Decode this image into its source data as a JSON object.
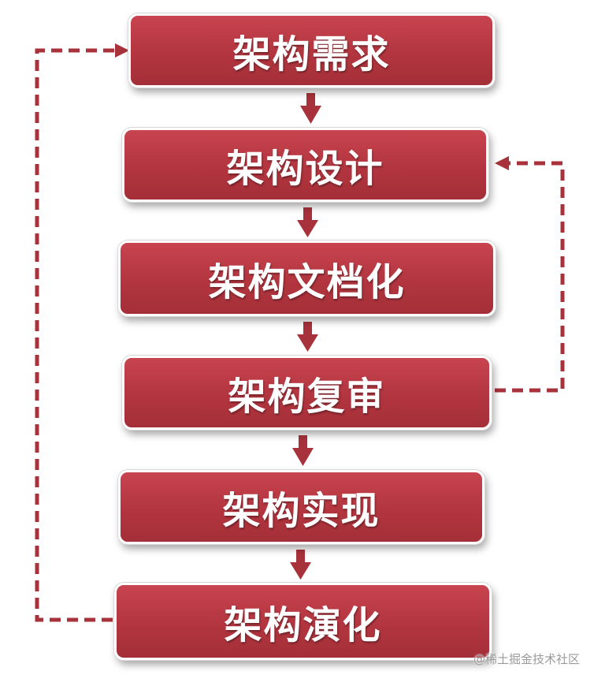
{
  "steps": [
    {
      "label": "架构需求"
    },
    {
      "label": "架构设计"
    },
    {
      "label": "架构文档化"
    },
    {
      "label": "架构复审"
    },
    {
      "label": "架构实现"
    },
    {
      "label": "架构演化"
    }
  ],
  "colors": {
    "box_fill": "#b2353f",
    "arrow": "#a8323b",
    "text": "#ffffff"
  },
  "watermark": "@稀土掘金技术社区"
}
